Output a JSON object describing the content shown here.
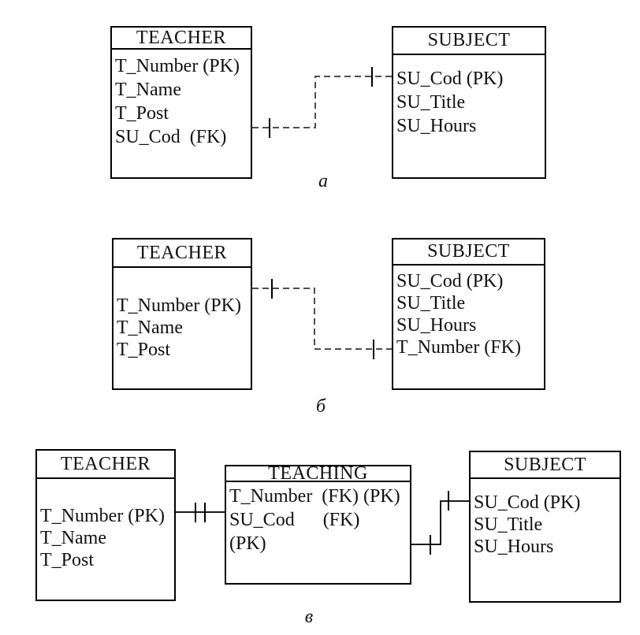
{
  "diagrams": [
    {
      "label": "а",
      "entities": [
        {
          "title": "TEACHER",
          "attributes": [
            "T_Number (PK)",
            "T_Name",
            "T_Post",
            "SU_Cod  (FK)"
          ]
        },
        {
          "title": "SUBJECT",
          "attributes": [
            "SU_Cod (PK)",
            "SU_Title",
            "SU_Hours"
          ]
        }
      ]
    },
    {
      "label": "б",
      "entities": [
        {
          "title": "TEACHER",
          "attributes": [
            "T_Number (PK)",
            "T_Name",
            "T_Post"
          ]
        },
        {
          "title": "SUBJECT",
          "attributes": [
            "SU_Cod (PK)",
            "SU_Title",
            "SU_Hours",
            "T_Number (FK)"
          ]
        }
      ]
    },
    {
      "label": "в",
      "entities": [
        {
          "title": "TEACHER",
          "attributes": [
            "T_Number (PK)",
            "T_Name",
            "T_Post"
          ]
        },
        {
          "title": "TEACHING",
          "attributes": [
            "T_Number  (FK) (PK)",
            "SU_Cod      (FK)",
            "(PK)"
          ]
        },
        {
          "title": "SUBJECT",
          "attributes": [
            "SU_Cod (PK)",
            "SU_Title",
            "SU_Hours"
          ]
        }
      ]
    }
  ],
  "colors": {
    "dashed_line": "#4d4d4d",
    "solid_line": "#1a1a1a",
    "border": "#000000",
    "text": "#111111",
    "background": "#ffffff"
  }
}
